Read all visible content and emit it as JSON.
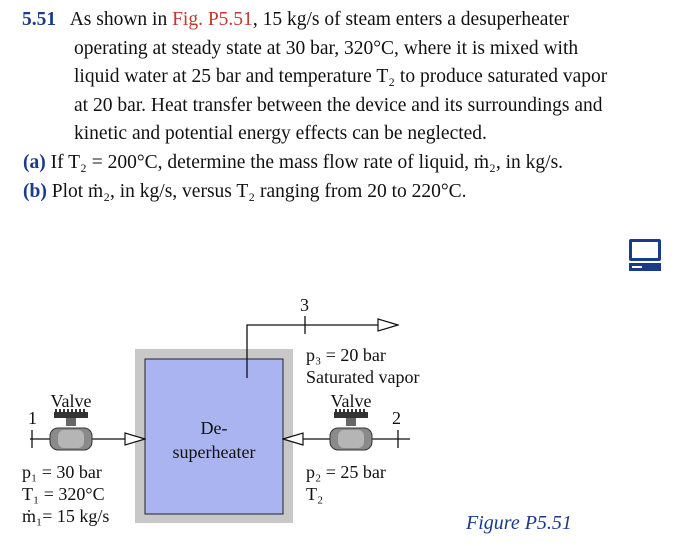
{
  "problem": {
    "number": "5.51",
    "intro_1": "As shown in ",
    "fig_ref": "Fig. P5.51",
    "intro_2": ", 15 kg/s of steam enters a desuperheater operating at steady state at 30 bar, 320°C, where it is mixed with liquid water at 25 bar and temperature T₂ to produce saturated vapor at 20 bar. Heat transfer between the device and its surroundings and kinetic and potential energy effects can be neglected.",
    "part_a_label": "(a)",
    "part_a_text": "If T₂ = 200°C, determine the mass flow rate of liquid, ṁ₂, in kg/s.",
    "part_b_label": "(b)",
    "part_b_text": "Plot ṁ₂, in kg/s, versus T₂ ranging from 20 to 220°C."
  },
  "figure": {
    "device_line1": "De-",
    "device_line2": "superheater",
    "valve_left": "Valve",
    "valve_right": "Valve",
    "state1": "1",
    "state2": "2",
    "state3": "3",
    "p1": "p₁ = 30 bar",
    "t1": "T₁ = 320°C",
    "m1": "ṁ₁= 15 kg/s",
    "p2": "p₂ = 25 bar",
    "t2": "T₂",
    "p3": "p₃ = 20 bar",
    "sat": "Saturated vapor",
    "caption": "Figure P5.51"
  },
  "colors": {
    "title_blue": "#1a3a8c",
    "ref_red": "#c0392b",
    "device_fill": "#aab4f0",
    "device_border": "#c8c8c8"
  },
  "icons": [
    "computer-monitor-icon",
    "valve-icon"
  ]
}
